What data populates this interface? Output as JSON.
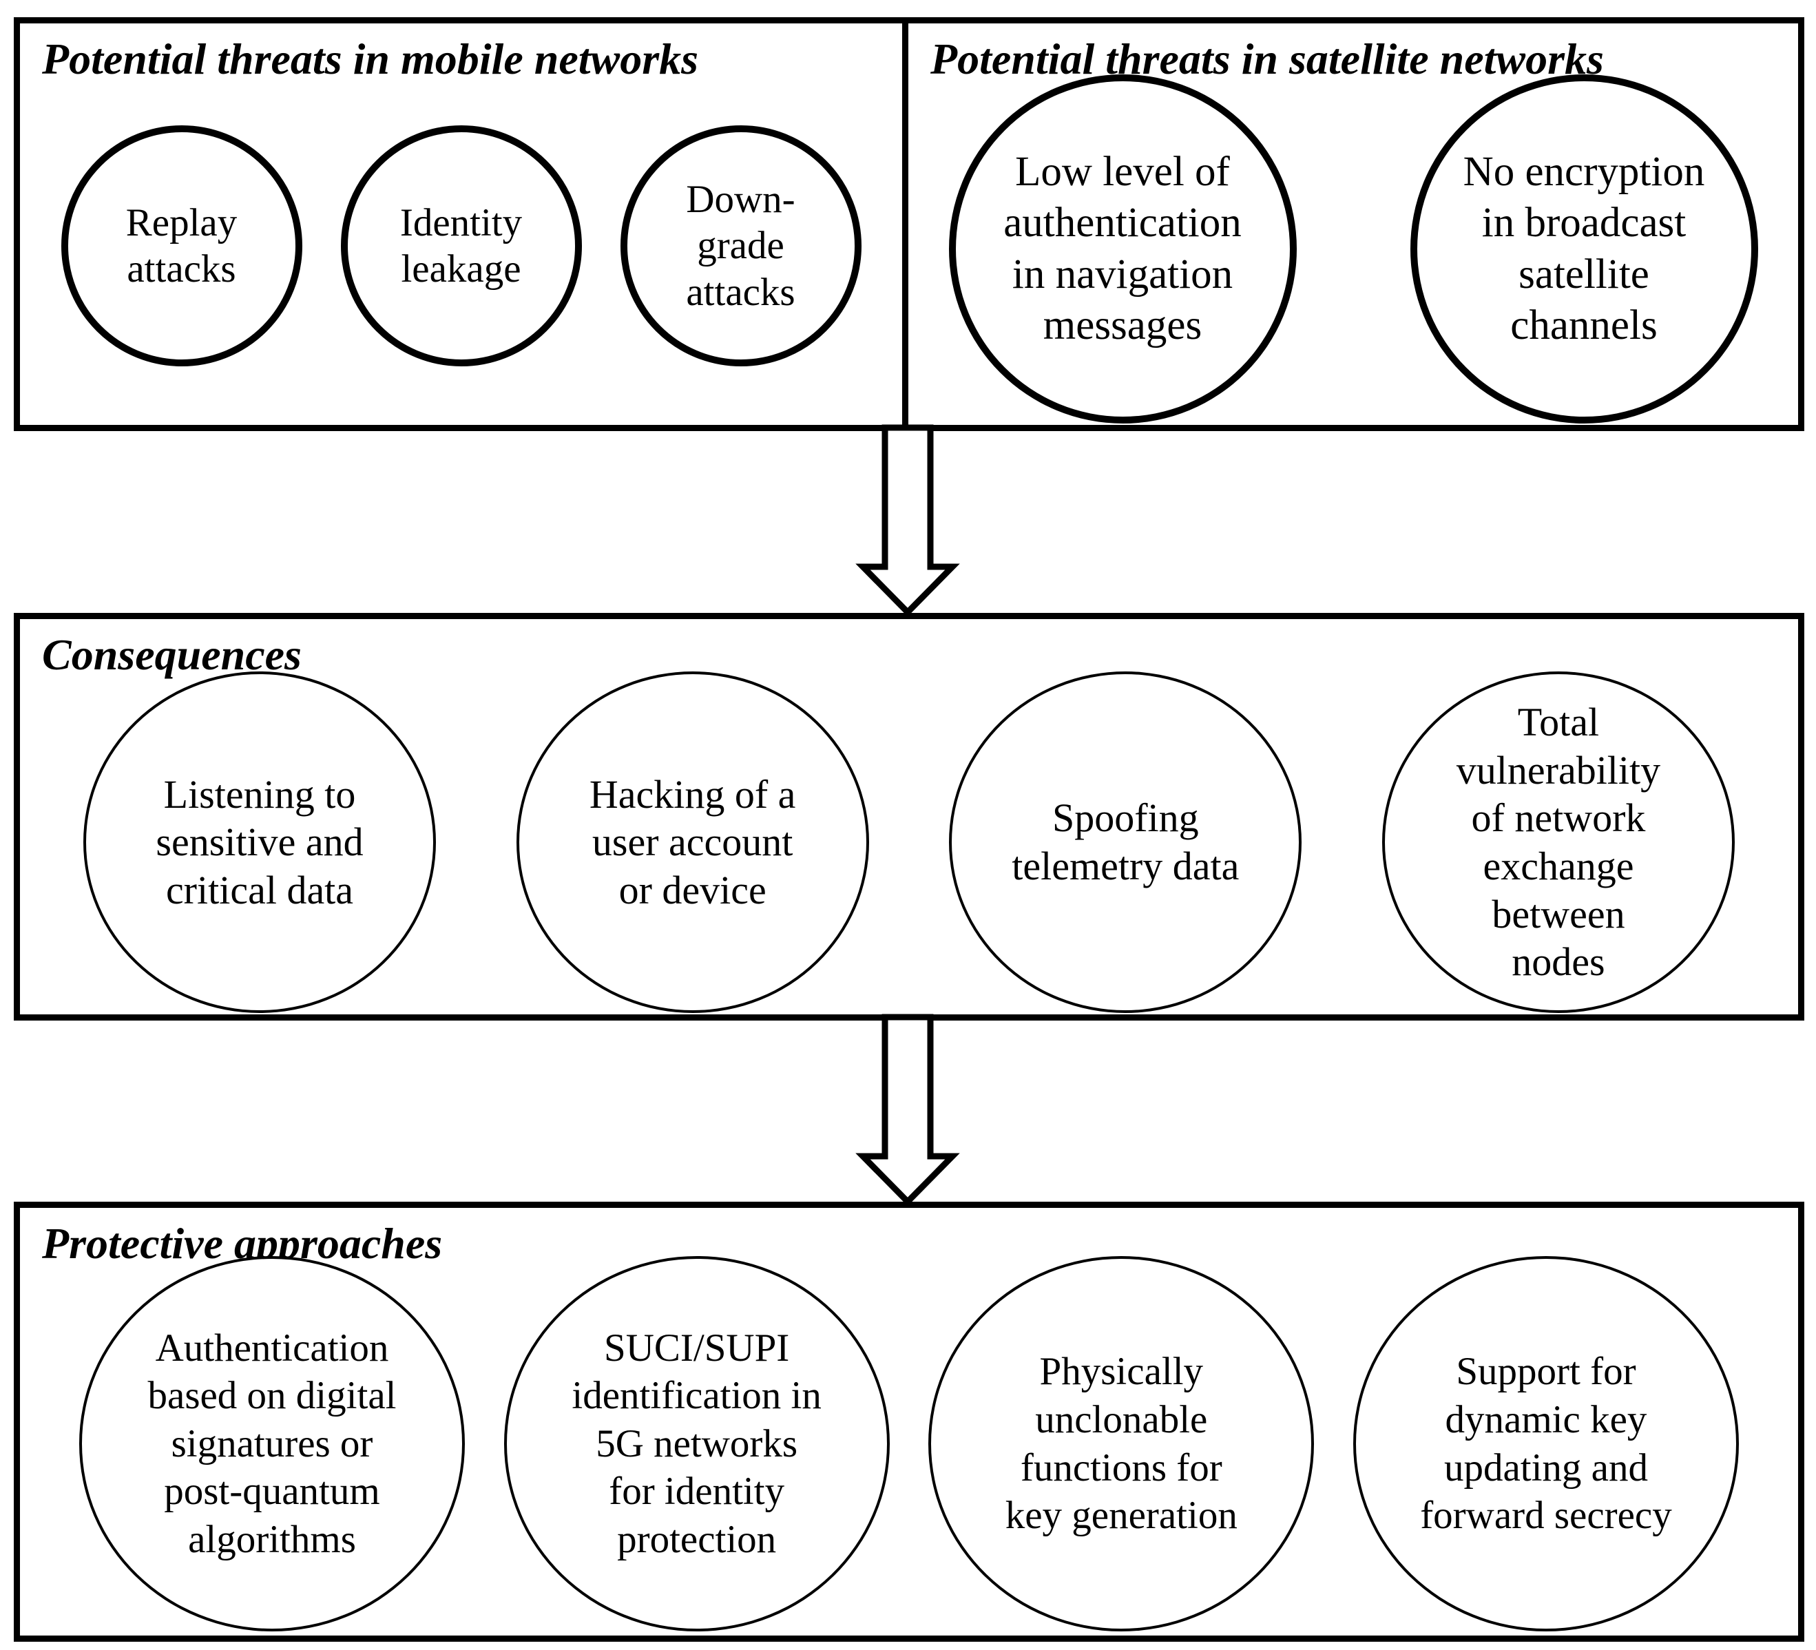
{
  "figure": {
    "background_color": "#ffffff",
    "stroke_color": "#000000",
    "flow": "mobile+satellite threats -> consequences -> protective approaches"
  },
  "mobile_threats": {
    "title": "Potential threats in mobile networks",
    "items": [
      {
        "label": "Replay\nattacks"
      },
      {
        "label": "Identity\nleakage"
      },
      {
        "label": "Down-\ngrade\nattacks"
      }
    ]
  },
  "satellite_threats": {
    "title": "Potential threats in satellite networks",
    "items": [
      {
        "label": "Low level of\nauthentication\nin navigation\nmessages"
      },
      {
        "label": "No encryption\nin broadcast\nsatellite\nchannels"
      }
    ]
  },
  "consequences": {
    "title": "Consequences",
    "items": [
      {
        "label": "Listening to\nsensitive and\ncritical data"
      },
      {
        "label": "Hacking of a\nuser account\nor device"
      },
      {
        "label": "Spoofing\ntelemetry data"
      },
      {
        "label": "Total\nvulnerability\nof network\nexchange\nbetween\nnodes"
      }
    ]
  },
  "protective": {
    "title": "Protective approaches",
    "items": [
      {
        "label": "Authentication\nbased on digital\nsignatures or\npost-quantum\nalgorithms"
      },
      {
        "label": "SUCI/SUPI\nidentification in\n5G networks\nfor identity\nprotection"
      },
      {
        "label": "Physically\nunclonable\nfunctions for\nkey generation"
      },
      {
        "label": "Support for\ndynamic key\nupdating and\nforward secrecy"
      }
    ]
  }
}
